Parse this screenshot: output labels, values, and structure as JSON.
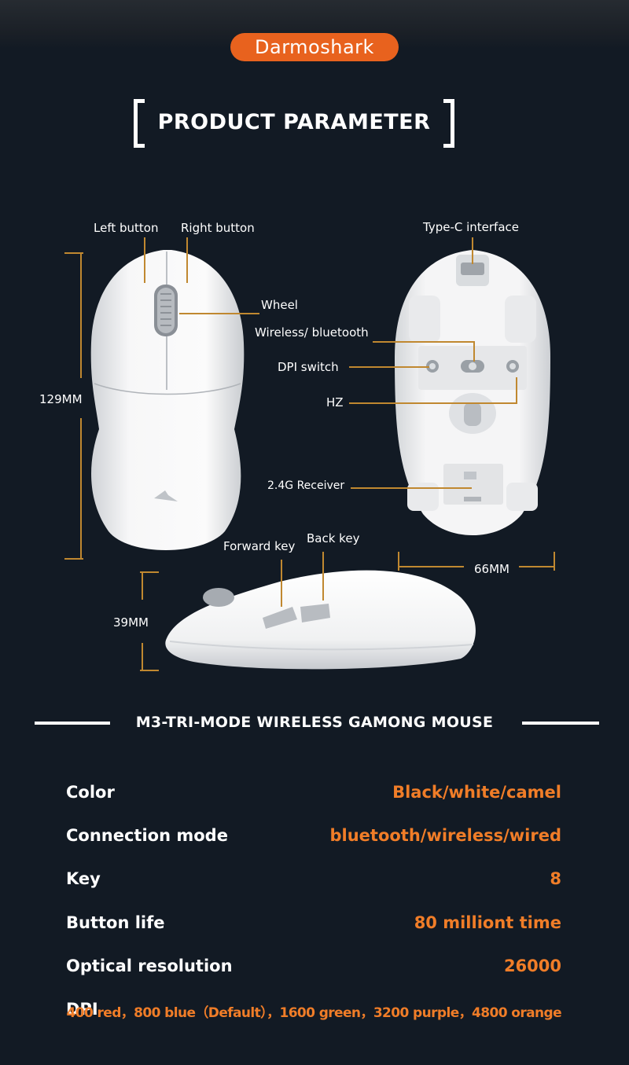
{
  "brand": "Darmoshark",
  "header_title": "PRODUCT PARAMETER",
  "labels": {
    "left_button": "Left button",
    "right_button": "Right button",
    "wheel": "Wheel",
    "type_c": "Type-C interface",
    "wireless_bt": "Wireless/ bluetooth",
    "dpi_switch": "DPI switch",
    "hz": "HZ",
    "receiver": "2.4G Receiver",
    "forward_key": "Forward key",
    "back_key": "Back key"
  },
  "dimensions": {
    "length": "129MM",
    "width": "66MM",
    "height": "39MM"
  },
  "model_title": "M3-TRI-MODE WIRELESS GAMONG MOUSE",
  "specs": [
    {
      "label": "Color",
      "value": "Black/white/camel"
    },
    {
      "label": "Connection mode",
      "value": "bluetooth/wireless/wired"
    },
    {
      "label": "Key",
      "value": "8"
    },
    {
      "label": "Button life",
      "value": "80 milliont time"
    },
    {
      "label": "Optical resolution",
      "value": "26000"
    },
    {
      "label": "DPI",
      "value": "400 red，800 blue（Default），1600 green，3200 purple，4800 orange"
    }
  ],
  "colors": {
    "background": "#121a24",
    "accent": "#e8621e",
    "value_text": "#f07d28",
    "callout_line": "#c08830"
  }
}
